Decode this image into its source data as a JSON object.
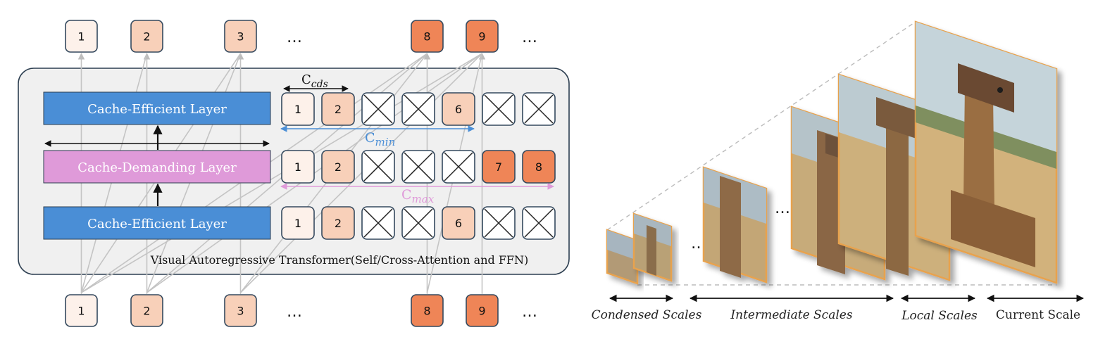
{
  "colors": {
    "token_light": "#fdf1ea",
    "token_medium": "#f8d0b9",
    "token_dark": "#ef8557",
    "token_border": "#34495e",
    "efficient_layer": "#4a8ed6",
    "demanding_layer": "#df9ad9",
    "transformer_bg": "#f0f0f0",
    "c_min": "#4a8ed6",
    "c_max": "#df9ad9",
    "frame_orange": "#e8a24e"
  },
  "top_tokens": [
    {
      "label": "1",
      "shade": "light"
    },
    {
      "label": "2",
      "shade": "medium"
    },
    {
      "label": "3",
      "shade": "medium"
    },
    {
      "label": "8",
      "shade": "dark"
    },
    {
      "label": "9",
      "shade": "dark"
    }
  ],
  "bottom_tokens": [
    {
      "label": "1",
      "shade": "light"
    },
    {
      "label": "2",
      "shade": "medium"
    },
    {
      "label": "3",
      "shade": "medium"
    },
    {
      "label": "8",
      "shade": "dark"
    },
    {
      "label": "9",
      "shade": "dark"
    }
  ],
  "ellipsis": "…",
  "layers": [
    {
      "label": "Cache-Efficient Layer",
      "kind": "efficient",
      "cache": [
        {
          "label": "1",
          "shade": "light"
        },
        {
          "label": "2",
          "shade": "medium"
        },
        {
          "label": "",
          "shade": "evicted"
        },
        {
          "label": "",
          "shade": "evicted"
        },
        {
          "label": "6",
          "shade": "medium"
        },
        {
          "label": "",
          "shade": "evicted"
        },
        {
          "label": "",
          "shade": "evicted"
        }
      ]
    },
    {
      "label": "Cache-Demanding Layer",
      "kind": "demanding",
      "cache": [
        {
          "label": "1",
          "shade": "light"
        },
        {
          "label": "2",
          "shade": "medium"
        },
        {
          "label": "",
          "shade": "evicted"
        },
        {
          "label": "",
          "shade": "evicted"
        },
        {
          "label": "",
          "shade": "evicted"
        },
        {
          "label": "7",
          "shade": "dark"
        },
        {
          "label": "8",
          "shade": "dark"
        }
      ]
    },
    {
      "label": "Cache-Efficient Layer",
      "kind": "efficient",
      "cache": [
        {
          "label": "1",
          "shade": "light"
        },
        {
          "label": "2",
          "shade": "medium"
        },
        {
          "label": "",
          "shade": "evicted"
        },
        {
          "label": "",
          "shade": "evicted"
        },
        {
          "label": "6",
          "shade": "medium"
        },
        {
          "label": "",
          "shade": "evicted"
        },
        {
          "label": "",
          "shade": "evicted"
        }
      ]
    }
  ],
  "labels": {
    "c_cds_main": "C",
    "c_cds_sub": "cds",
    "c_min_main": "C",
    "c_min_sub": "min",
    "c_max_main": "C",
    "c_max_sub": "max",
    "transformer_caption": "Visual Autoregressive  Transformer(Self/Cross-Attention and FFN)"
  },
  "scales": {
    "condensed": "Condensed Scales",
    "intermediate": "Intermediate Scales",
    "local": "Local Scales",
    "current": "Current Scale"
  }
}
